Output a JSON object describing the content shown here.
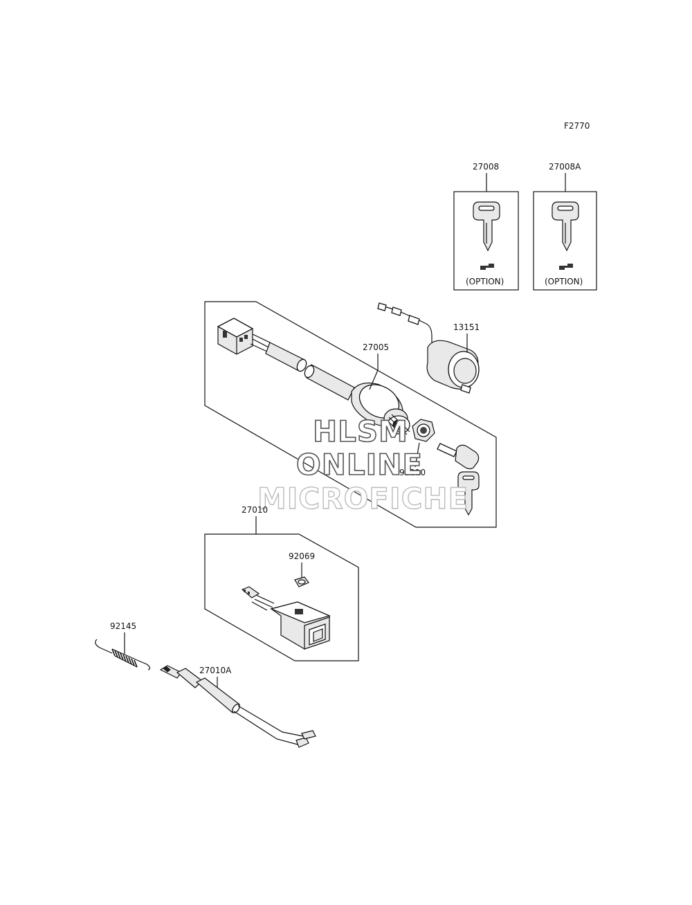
{
  "figure_code": "F2770",
  "watermark": {
    "line1": "HLSM",
    "line2": "ONLINE",
    "line3": "MICROFICHE"
  },
  "parts": {
    "key_27008": {
      "number": "27008",
      "note": "(OPTION)"
    },
    "key_27008A": {
      "number": "27008A",
      "note": "(OPTION)"
    },
    "p13151": {
      "number": "13151"
    },
    "p27005": {
      "number": "27005"
    },
    "p92210": {
      "number": "92210"
    },
    "p27010": {
      "number": "27010"
    },
    "p92069": {
      "number": "92069"
    },
    "p92145": {
      "number": "92145"
    },
    "p27010A": {
      "number": "27010A"
    }
  }
}
